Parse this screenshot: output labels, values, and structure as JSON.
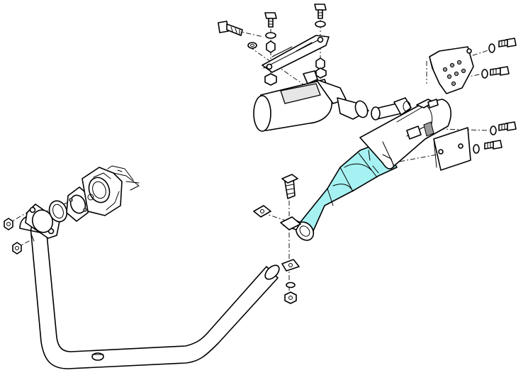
{
  "colors": {
    "background": "#ffffff",
    "line": "#000000",
    "highlight": "#a6f2f2",
    "shade": "#9a9a9a"
  },
  "diagram": {
    "kind": "exploded exhaust system parts illustration",
    "highlighted_part": "catalytic-converter",
    "parts": [
      "front-exhaust-pipe",
      "exhaust-manifold-flange",
      "flange-gaskets",
      "catalytic-converter",
      "center-support-bracket",
      "muffler",
      "muffler-hanger-bracket",
      "rear-mounting-bracket",
      "heat-shield-plate",
      "bolts",
      "nuts",
      "washers"
    ]
  }
}
